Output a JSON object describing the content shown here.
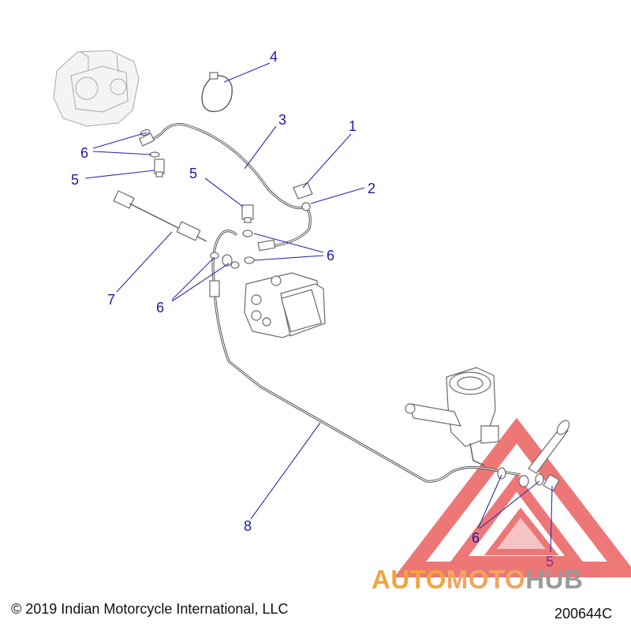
{
  "callouts": [
    {
      "id": "c1",
      "label": "1"
    },
    {
      "id": "c2",
      "label": "2"
    },
    {
      "id": "c3",
      "label": "3"
    },
    {
      "id": "c4",
      "label": "4"
    },
    {
      "id": "c5a",
      "label": "5"
    },
    {
      "id": "c5b",
      "label": "5"
    },
    {
      "id": "c5c",
      "label": "5"
    },
    {
      "id": "c6a",
      "label": "6"
    },
    {
      "id": "c6b",
      "label": "6"
    },
    {
      "id": "c6c",
      "label": "6"
    },
    {
      "id": "c6d",
      "label": "6"
    },
    {
      "id": "c7",
      "label": "7"
    },
    {
      "id": "c8",
      "label": "8"
    }
  ],
  "footer": {
    "copyright": "© 2019 Indian Motorcycle International, LLC",
    "part_number": "200644C"
  },
  "watermark": {
    "part1": "AUTO",
    "part2": "MOTO",
    "part3": "HUB"
  },
  "colors": {
    "callout": "#1a1aa8",
    "watermark_red": "#e23a3a",
    "watermark_orange": "#f2a53a",
    "watermark_gray": "#9a9a9a"
  }
}
